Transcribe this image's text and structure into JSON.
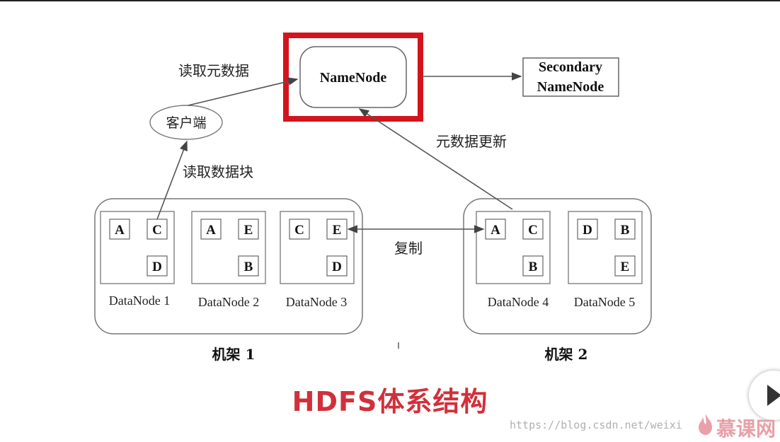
{
  "namenode": {
    "label": "NameNode",
    "highlight_color": "#d4141c"
  },
  "secondary": {
    "line1": "Secondary",
    "line2": "NameNode"
  },
  "client": {
    "label": "客户端"
  },
  "edges": {
    "read_metadata": "读取元数据",
    "read_blocks": "读取数据块",
    "metadata_update": "元数据更新",
    "replicate": "复制"
  },
  "racks": [
    {
      "label": "机架 1",
      "datanodes": [
        {
          "label": "DataNode 1",
          "blocks": [
            "A",
            "C",
            "D"
          ]
        },
        {
          "label": "DataNode 2",
          "blocks": [
            "A",
            "E",
            "B"
          ]
        },
        {
          "label": "DataNode 3",
          "blocks": [
            "C",
            "E",
            "D"
          ]
        }
      ]
    },
    {
      "label": "机架 2",
      "datanodes": [
        {
          "label": "DataNode 4",
          "blocks": [
            "A",
            "C",
            "B"
          ]
        },
        {
          "label": "DataNode 5",
          "blocks": [
            "D",
            "B",
            "E"
          ]
        }
      ]
    }
  ],
  "footer": {
    "title": "HDFS体系结构",
    "watermark_url": "https://blog.csdn.net/weixi",
    "watermark_brand": "慕课网"
  },
  "colors": {
    "title": "#d1303b",
    "line": "#555555"
  }
}
